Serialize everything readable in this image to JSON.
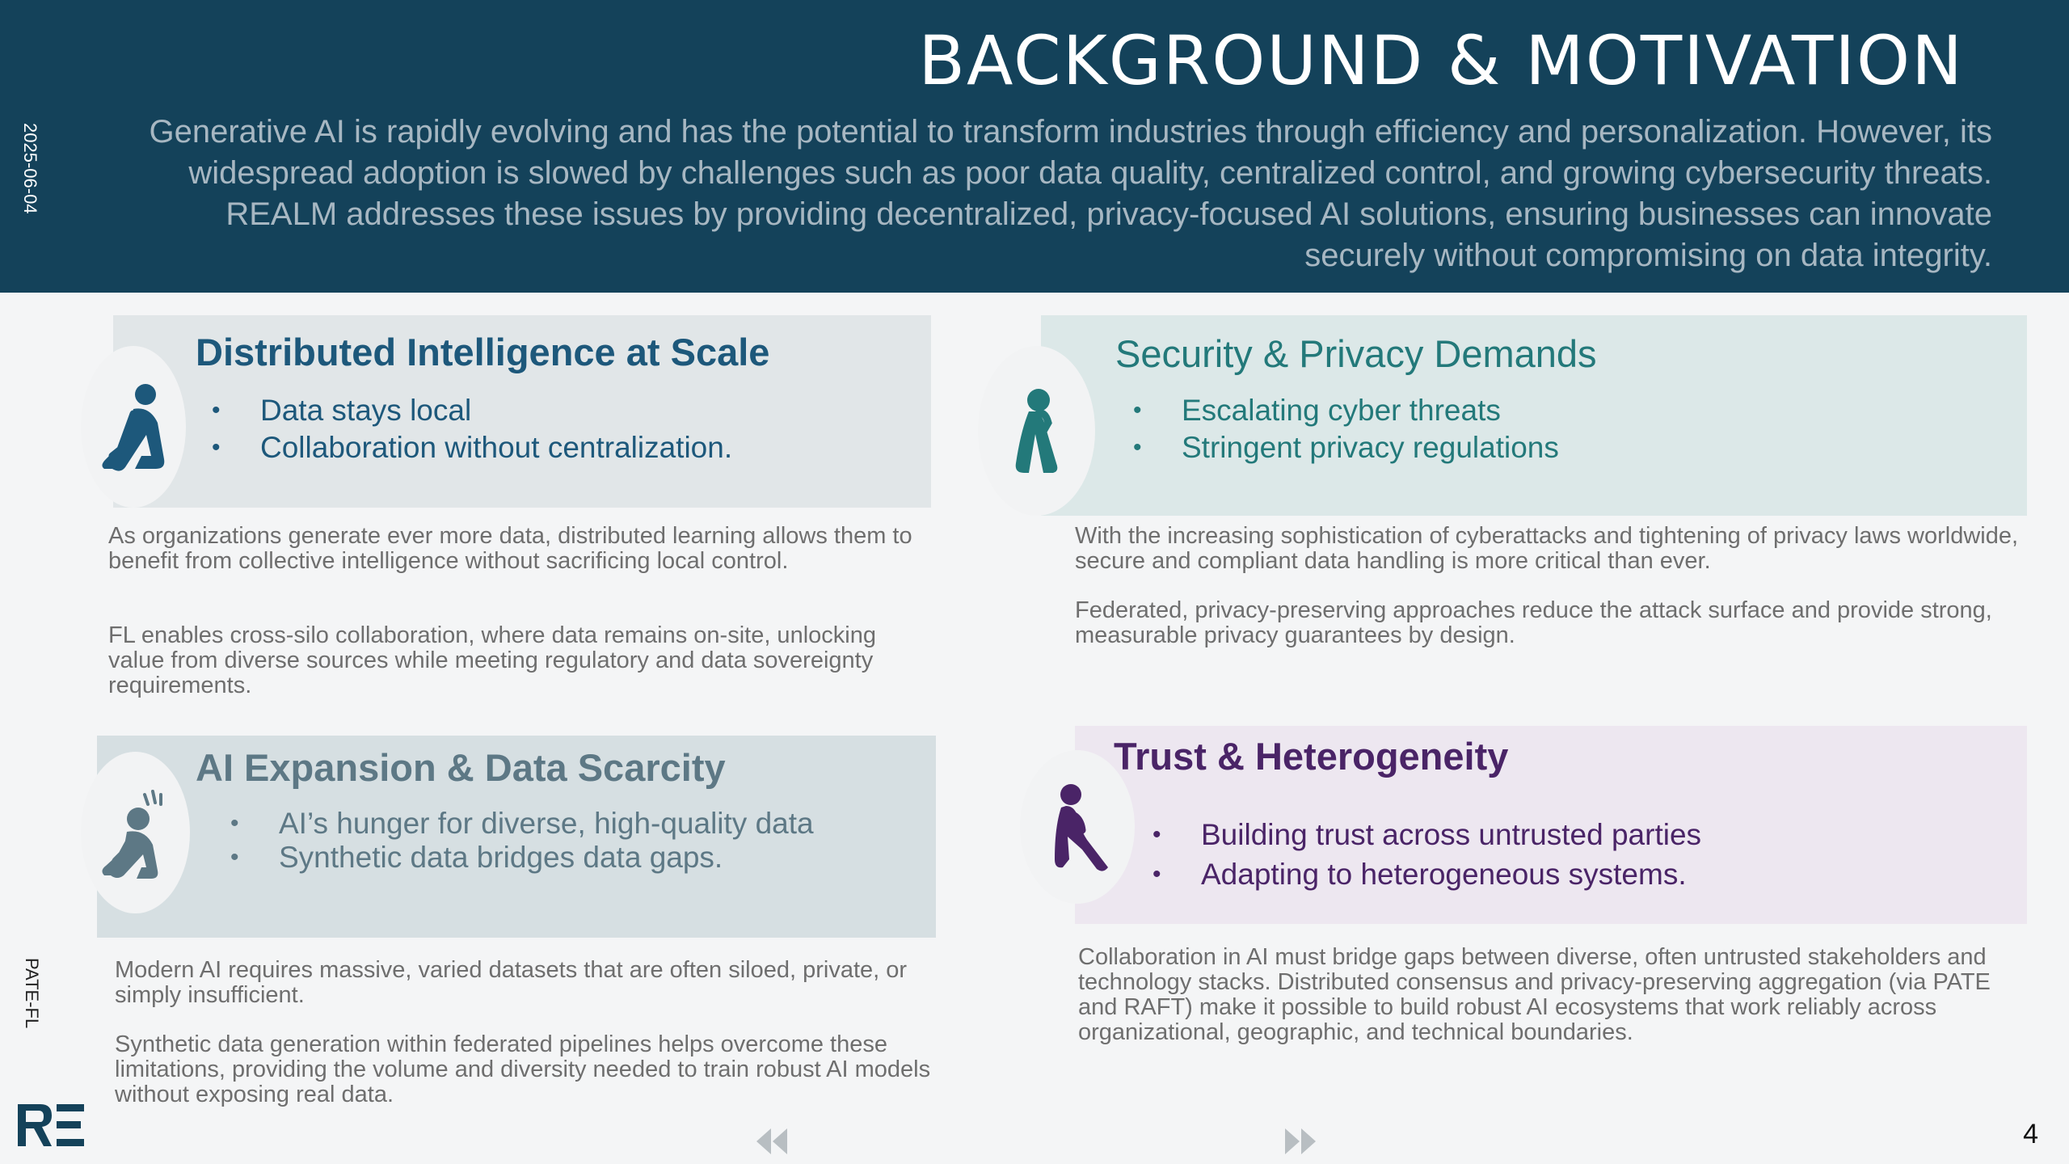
{
  "header": {
    "title": "BACKGROUND & MOTIVATION",
    "intro": "Generative AI is rapidly evolving and has the potential to transform industries through efficiency and personalization. However, its widespread adoption is slowed by challenges such as poor data quality, centralized control, and growing cybersecurity threats. REALM addresses these issues by providing decentralized, privacy-focused AI solutions, ensuring businesses can innovate securely without compromising on data integrity."
  },
  "side": {
    "date": "2025-06-04",
    "code": "PATE-FL"
  },
  "panels": [
    {
      "title": "Distributed Intelligence at Scale",
      "bullets": [
        "Data stays local",
        "Collaboration without centralization."
      ],
      "paragraphs": [
        "As organizations generate ever more data, distributed learning allows them to benefit from collective intelligence without sacrificing local control.",
        "FL enables cross-silo collaboration, where data remains on-site, unlocking value from diverse sources while meeting regulatory and data sovereignty requirements."
      ],
      "icon": "person-sitting-icon"
    },
    {
      "title": "Security & Privacy Demands",
      "bullets": [
        "Escalating cyber threats",
        "Stringent privacy regulations"
      ],
      "paragraphs": [
        "With the increasing sophistication of cyberattacks and tightening of privacy laws worldwide, secure and compliant data handling is more critical than ever.",
        "Federated, privacy-preserving approaches reduce the attack surface and provide strong, measurable privacy guarantees by design."
      ],
      "icon": "person-leaning-icon"
    },
    {
      "title": "AI Expansion & Data Scarcity",
      "bullets": [
        "AI’s hunger for diverse, high-quality data",
        "Synthetic data bridges data gaps."
      ],
      "paragraphs": [
        "Modern AI requires massive, varied datasets that are often siloed, private, or simply insufficient.",
        "Synthetic data generation within federated pipelines helps overcome these limitations, providing the volume and diversity needed to train robust AI models without exposing real data."
      ],
      "icon": "person-thinking-icon"
    },
    {
      "title": "Trust & Heterogeneity",
      "bullets": [
        "Building trust across untrusted parties",
        "Adapting to heterogeneous systems."
      ],
      "paragraphs": [
        "Collaboration in AI must bridge gaps between diverse, often untrusted stakeholders and technology stacks. Distributed consensus and privacy-preserving aggregation (via PATE and RAFT) make it possible to build robust AI ecosystems that work reliably across organizational, geographic, and technical boundaries."
      ],
      "icon": "person-crouching-icon"
    }
  ],
  "footer": {
    "logo_text": "RE",
    "prev_icon": "rewind-icon",
    "next_icon": "fast-forward-icon",
    "page_number": "4"
  },
  "colors": {
    "header_bg": "#14425a",
    "panel1_accent": "#1d587b",
    "panel2_accent": "#23797a",
    "panel3_accent": "#5d7885",
    "panel4_accent": "#4a2467"
  }
}
